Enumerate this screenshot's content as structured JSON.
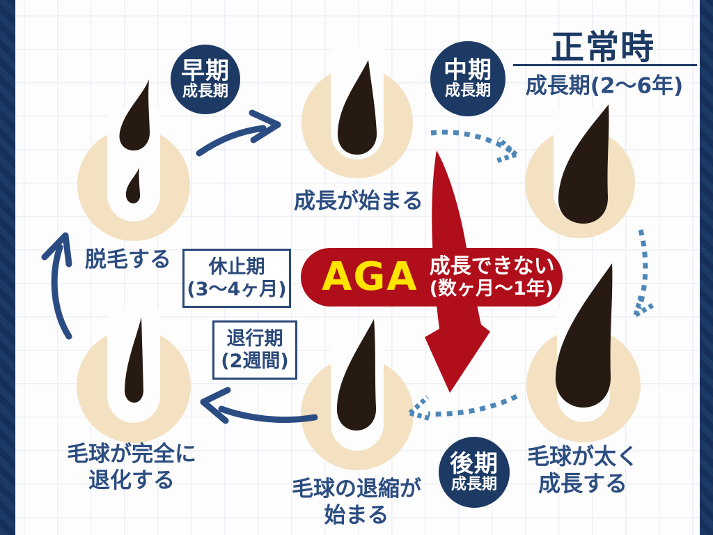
{
  "diagram": {
    "title": {
      "heading": "正常時",
      "subheading": "成長期(2〜6年)"
    },
    "badges": {
      "early": {
        "line1": "早期",
        "line2": "成長期"
      },
      "middle": {
        "line1": "中期",
        "line2": "成長期"
      },
      "late": {
        "line1": "後期",
        "line2": "成長期"
      }
    },
    "stage_labels": {
      "shedding": "脱毛する",
      "growth_begins": "成長が始まる",
      "bulb_grows_thick": [
        "毛球が太く",
        "成長する"
      ],
      "bulb_recedes": [
        "毛球の退縮が",
        "始まる"
      ],
      "bulb_degenerates": [
        "毛球が完全に",
        "退化する"
      ]
    },
    "period_boxes": {
      "resting": {
        "line1": "休止期",
        "line2": "(3〜4ヶ月)"
      },
      "regression": {
        "line1": "退行期",
        "line2": "(2週間)"
      }
    },
    "aga_callout": {
      "acronym": "AGA",
      "line1": "成長できない",
      "line2": "(数ヶ月〜1年)"
    },
    "colors": {
      "navy": "#1c3a64",
      "label_blue": "#2c4d80",
      "follicle_beige": "#f3e1c1",
      "hair_dark": "#261a13",
      "aga_red": "#b00e1a",
      "aga_yellow": "#ffe400",
      "solid_arrow_blue": "#2a4c82",
      "dashed_arrow_blue": "#4d87b8"
    }
  }
}
